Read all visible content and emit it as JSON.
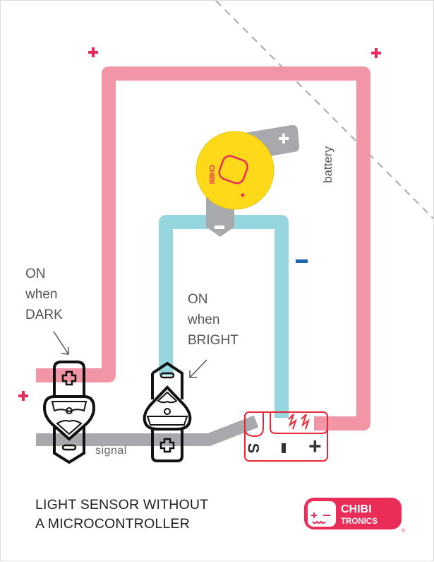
{
  "title": {
    "line1": "LIGHT SENSOR WITHOUT",
    "line2": "A MICROCONTROLLER"
  },
  "labels": {
    "dark_sensor": [
      "ON",
      "when",
      "DARK"
    ],
    "bright_sensor": [
      "ON",
      "when",
      "BRIGHT"
    ],
    "battery": "battery",
    "signal": "signal"
  },
  "symbols": {
    "plus": "+",
    "minus": "–",
    "battery_negative_marker": "−"
  },
  "light_sensor_pins": [
    "S",
    "−",
    "+"
  ],
  "logo": {
    "line1": "CHIBI",
    "line2": "TRONICS",
    "registered": "®"
  },
  "colors": {
    "positive_trace": "#f295a7",
    "negative_trace": "#96d6df",
    "signal_trace": "#a8a9ad",
    "plus_marker": "#e8285a",
    "minus_marker": "#1e63ad",
    "battery_body": "#fdd91a",
    "brand": "#ea2c59",
    "pin_outline": "#e82837"
  }
}
